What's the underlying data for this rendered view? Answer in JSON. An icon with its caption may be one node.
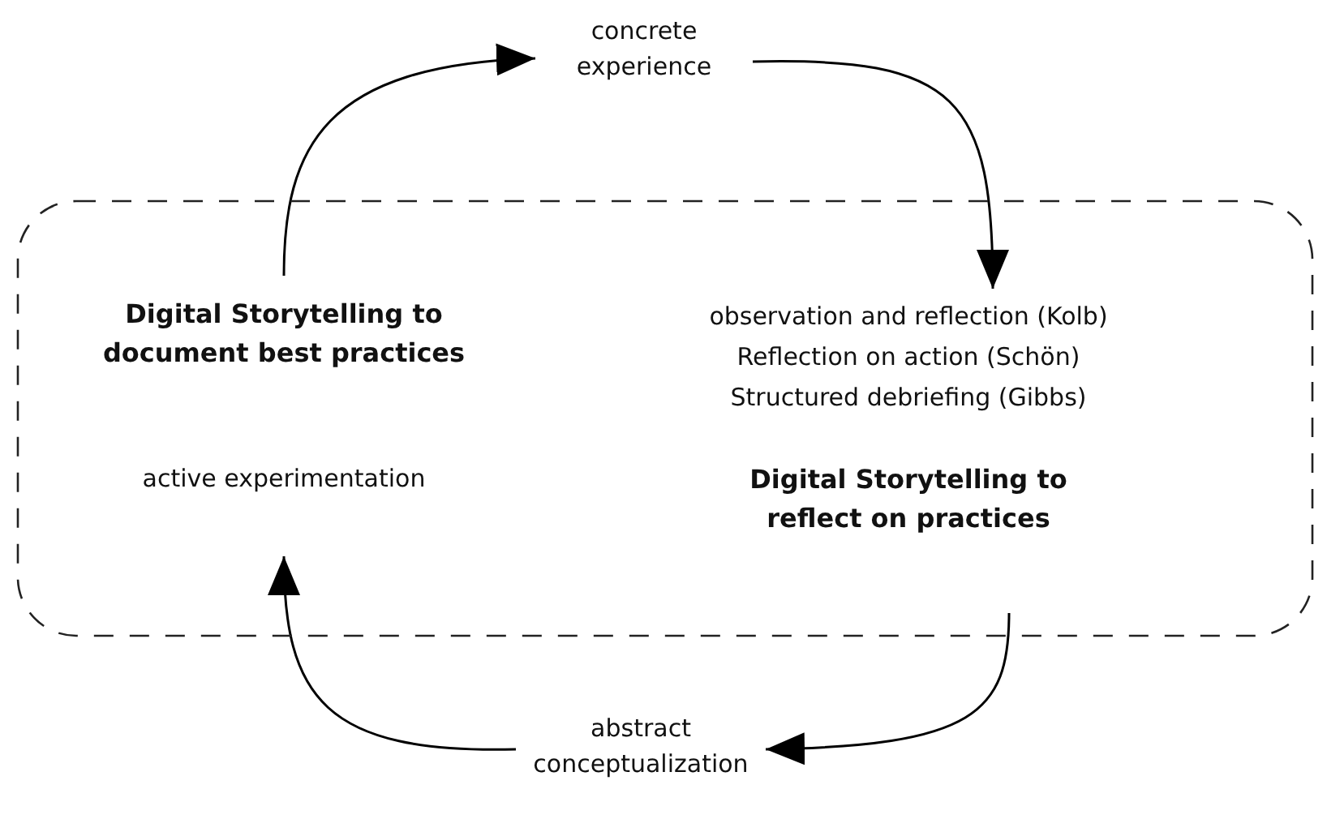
{
  "diagram": {
    "nodes": [
      {
        "text": [],
        "shape": "box"
      },
      {
        "text": [
          "Digital Storytelling to document best practices",
          "active experimentation"
        ],
        "in": 0
      },
      {
        "text": [
          "observation and reflection (Kolb)",
          "Reflection on action (Schön)",
          "Structured debriefing (Gibbs)",
          "Digital Storytelling to reflect on practices"
        ],
        "in": 0
      },
      {
        "text": [
          "concrete experience"
        ]
      },
      {
        "text": [
          "abstract conceptualization"
        ]
      }
    ],
    "edges": [
      {
        "from": 1,
        "to": 3,
        "arrow": "to"
      },
      {
        "from": 3,
        "to": 2,
        "arrow": "to"
      },
      {
        "from": 2,
        "to": 4,
        "arrow": "to"
      },
      {
        "from": 4,
        "to": 1,
        "arrow": "to"
      }
    ]
  }
}
